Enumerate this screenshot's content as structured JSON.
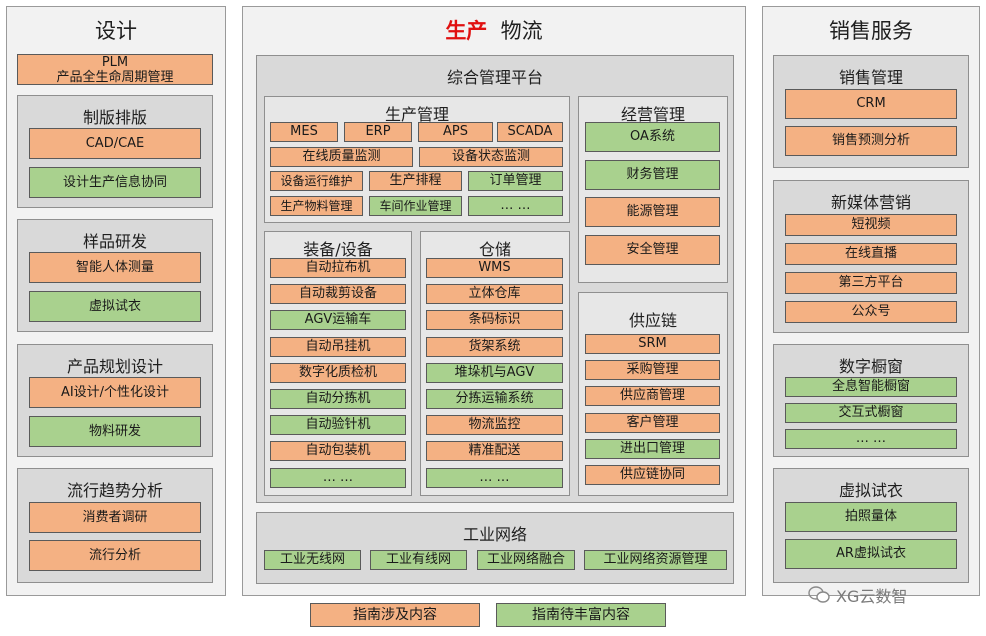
{
  "colors": {
    "provided": "#f4b183",
    "pending": "#a9d18e"
  },
  "design": {
    "title": "设计",
    "plm": [
      "PLM",
      "产品全生命周期管理"
    ],
    "groups": [
      {
        "title": "制版排版",
        "items": [
          {
            "t": "CAD/CAE",
            "c": "o"
          },
          {
            "t": "设计生产信息协同",
            "c": "g"
          }
        ]
      },
      {
        "title": "样品研发",
        "items": [
          {
            "t": "智能人体测量",
            "c": "o"
          },
          {
            "t": "虚拟试衣",
            "c": "g"
          }
        ]
      },
      {
        "title": "产品规划设计",
        "items": [
          {
            "t": "AI设计/个性化设计",
            "c": "o"
          },
          {
            "t": "物料研发",
            "c": "g"
          }
        ]
      },
      {
        "title": "流行趋势分析",
        "items": [
          {
            "t": "消费者调研",
            "c": "o"
          },
          {
            "t": "流行分析",
            "c": "o"
          }
        ]
      }
    ]
  },
  "production": {
    "title_red": "生产",
    "title_rest": "物流",
    "platform": {
      "title": "综合管理平台",
      "prod_mgmt": {
        "title": "生产管理",
        "row1": [
          "MES",
          "ERP",
          "APS",
          "SCADA"
        ],
        "row2": [
          "在线质量监测",
          "设备状态监测"
        ],
        "row3": [
          "设备运行维护",
          "生产排程",
          "订单管理"
        ],
        "row3_colors": [
          "o",
          "o",
          "g"
        ],
        "row4": [
          "生产物料管理",
          "车间作业管理",
          "… …"
        ],
        "row4_colors": [
          "o",
          "g",
          "g"
        ]
      },
      "equipment": {
        "title": "装备/设备",
        "items": [
          "自动拉布机",
          "自动裁剪设备",
          "AGV运输车",
          "自动吊挂机",
          "数字化质检机",
          "自动分拣机",
          "自动验针机",
          "自动包装机",
          "… …"
        ],
        "colors": [
          "o",
          "o",
          "g",
          "o",
          "o",
          "g",
          "g",
          "o",
          "g"
        ]
      },
      "storage": {
        "title": "仓储",
        "items": [
          "WMS",
          "立体仓库",
          "条码标识",
          "货架系统",
          "堆垛机与AGV",
          "分拣运输系统",
          "物流监控",
          "精准配送",
          "… …"
        ],
        "colors": [
          "o",
          "o",
          "o",
          "o",
          "g",
          "g",
          "o",
          "o",
          "g"
        ]
      },
      "business": {
        "title": "经营管理",
        "items": [
          "OA系统",
          "财务管理",
          "能源管理",
          "安全管理"
        ],
        "colors": [
          "g",
          "g",
          "o",
          "o"
        ]
      },
      "supply": {
        "title": "供应链",
        "items": [
          "SRM",
          "采购管理",
          "供应商管理",
          "客户管理",
          "进出口管理",
          "供应链协同"
        ],
        "colors": [
          "o",
          "o",
          "o",
          "o",
          "g",
          "o"
        ]
      }
    },
    "network": {
      "title": "工业网络",
      "items": [
        "工业无线网",
        "工业有线网",
        "工业网络融合",
        "工业网络资源管理"
      ]
    }
  },
  "sales": {
    "title": "销售服务",
    "groups": [
      {
        "title": "销售管理",
        "items": [
          {
            "t": "CRM",
            "c": "o"
          },
          {
            "t": "销售预测分析",
            "c": "o"
          }
        ]
      },
      {
        "title": "新媒体营销",
        "items": [
          {
            "t": "短视频",
            "c": "o"
          },
          {
            "t": "在线直播",
            "c": "o"
          },
          {
            "t": "第三方平台",
            "c": "o"
          },
          {
            "t": "公众号",
            "c": "o"
          }
        ]
      },
      {
        "title": "数字橱窗",
        "items": [
          {
            "t": "全息智能橱窗",
            "c": "g"
          },
          {
            "t": "交互式橱窗",
            "c": "g"
          },
          {
            "t": "… …",
            "c": "g"
          }
        ]
      },
      {
        "title": "虚拟试衣",
        "items": [
          {
            "t": "拍照量体",
            "c": "g"
          },
          {
            "t": "AR虚拟试衣",
            "c": "g"
          }
        ]
      }
    ]
  },
  "legend": {
    "provided": "指南涉及内容",
    "pending": "指南待丰富内容"
  },
  "watermark": "XG云数智"
}
